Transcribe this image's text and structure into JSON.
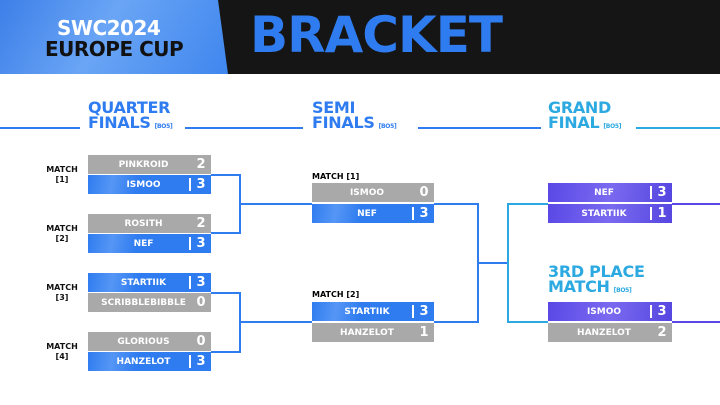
{
  "header": {
    "line1": "SWC2024",
    "line2": "EUROPE CUP",
    "title": "BRACKET"
  },
  "rounds": {
    "qf": {
      "l1": "QUARTER",
      "l2": "FINALS",
      "bo": "[BO5]"
    },
    "sf": {
      "l1": "SEMI",
      "l2": "FINALS",
      "bo": "[BO5]"
    },
    "gf": {
      "l1": "GRAND",
      "l2": "FINAL",
      "bo": "[BO5]"
    },
    "third": {
      "l1": "3RD PLACE",
      "l2": "MATCH",
      "bo": "[BO5]"
    }
  },
  "qf": [
    {
      "label": "MATCH",
      "num": "[1]",
      "p": [
        {
          "name": "PINKROID",
          "score": "2"
        },
        {
          "name": "ISMOO",
          "score": "3"
        }
      ]
    },
    {
      "label": "MATCH",
      "num": "[2]",
      "p": [
        {
          "name": "ROSITH",
          "score": "2"
        },
        {
          "name": "NEF",
          "score": "3"
        }
      ]
    },
    {
      "label": "MATCH",
      "num": "[3]",
      "p": [
        {
          "name": "STARTIIK",
          "score": "3"
        },
        {
          "name": "SCRIBBLEBIBBLE",
          "score": "0"
        }
      ]
    },
    {
      "label": "MATCH",
      "num": "[4]",
      "p": [
        {
          "name": "GLORIOUS",
          "score": "0"
        },
        {
          "name": "HANZELOT",
          "score": "3"
        }
      ]
    }
  ],
  "sf": [
    {
      "label": "MATCH [1]",
      "p": [
        {
          "name": "ISMOO",
          "score": "0"
        },
        {
          "name": "NEF",
          "score": "3"
        }
      ]
    },
    {
      "label": "MATCH [2]",
      "p": [
        {
          "name": "STARTIIK",
          "score": "3"
        },
        {
          "name": "HANZELOT",
          "score": "1"
        }
      ]
    }
  ],
  "gf": {
    "p": [
      {
        "name": "NEF",
        "score": "3"
      },
      {
        "name": "STARTIIK",
        "score": "1"
      }
    ]
  },
  "third": {
    "p": [
      {
        "name": "ISMOO",
        "score": "3"
      },
      {
        "name": "HANZELOT",
        "score": "2"
      }
    ]
  }
}
